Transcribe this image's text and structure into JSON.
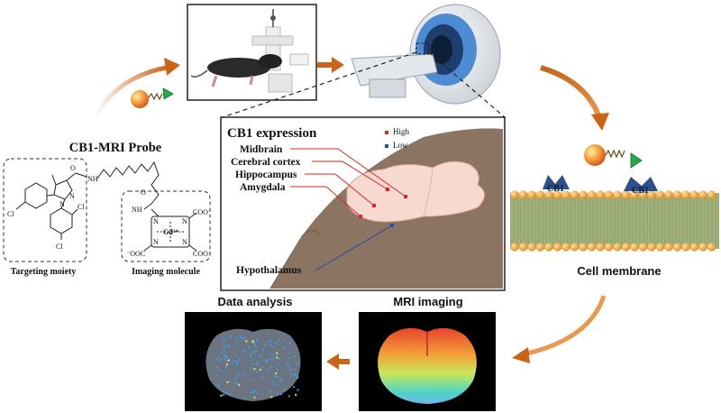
{
  "probe": {
    "title": "CB1-MRI Probe",
    "targeting_label": "Targeting moiety",
    "imaging_label": "Imaging molecule",
    "chem_labels": {
      "cl1": "Cl",
      "cl2": "Cl",
      "cl3": "Cl",
      "n1": "N",
      "n2": "N",
      "nh1": "NH",
      "nh2": "NH",
      "o1": "O",
      "o2": "O",
      "coo1": "COO⁻",
      "coo2": "COO⁻",
      "coo3": "⁻OOC",
      "gd": "Gd³⁺",
      "n3": "N",
      "n4": "N",
      "n5": "N",
      "n6": "N"
    }
  },
  "brain_panel": {
    "title": "CB1 expression",
    "legend_high": "High",
    "legend_low": "Low",
    "regions": [
      "Midbrain",
      "Cerebral cortex",
      "Hippocampus",
      "Amygdala"
    ],
    "hypothalamus": "Hypothalamus"
  },
  "membrane": {
    "receptor_labels": [
      "CB1",
      "CB1"
    ],
    "caption": "Cell membrane"
  },
  "mri": {
    "caption": "MRI imaging"
  },
  "analysis": {
    "caption": "Data analysis"
  },
  "colors": {
    "arrow": "#c8651a",
    "high": "#d62728",
    "low": "#1f4fa8",
    "lipid_head": "#f3a23a",
    "receptor": "#2d4f8a",
    "brain_fill": "#f7d9d0",
    "head_fill": "#8b7462"
  }
}
